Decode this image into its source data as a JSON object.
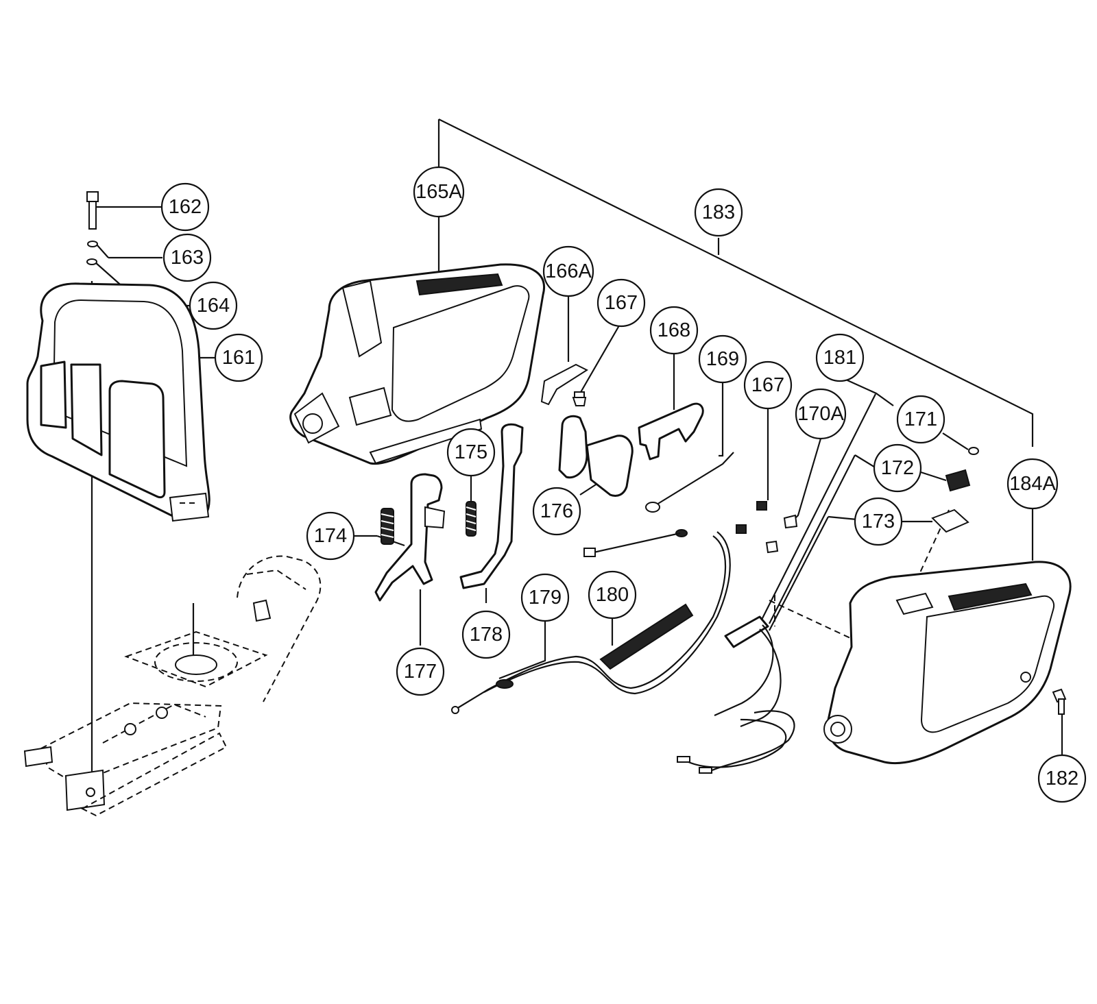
{
  "callouts": [
    {
      "id": "c162",
      "label": "162"
    },
    {
      "id": "c163",
      "label": "163"
    },
    {
      "id": "c164",
      "label": "164"
    },
    {
      "id": "c161",
      "label": "161"
    },
    {
      "id": "c165a",
      "label": "165A"
    },
    {
      "id": "c183",
      "label": "183"
    },
    {
      "id": "c166a",
      "label": "166A"
    },
    {
      "id": "c167a",
      "label": "167"
    },
    {
      "id": "c168",
      "label": "168"
    },
    {
      "id": "c169",
      "label": "169"
    },
    {
      "id": "c167b",
      "label": "167"
    },
    {
      "id": "c181",
      "label": "181"
    },
    {
      "id": "c170a",
      "label": "170A"
    },
    {
      "id": "c171",
      "label": "171"
    },
    {
      "id": "c172",
      "label": "172"
    },
    {
      "id": "c184a",
      "label": "184A"
    },
    {
      "id": "c173",
      "label": "173"
    },
    {
      "id": "c175",
      "label": "175"
    },
    {
      "id": "c176",
      "label": "176"
    },
    {
      "id": "c174",
      "label": "174"
    },
    {
      "id": "c179",
      "label": "179"
    },
    {
      "id": "c180",
      "label": "180"
    },
    {
      "id": "c178",
      "label": "178"
    },
    {
      "id": "c177",
      "label": "177"
    },
    {
      "id": "c182",
      "label": "182"
    }
  ]
}
